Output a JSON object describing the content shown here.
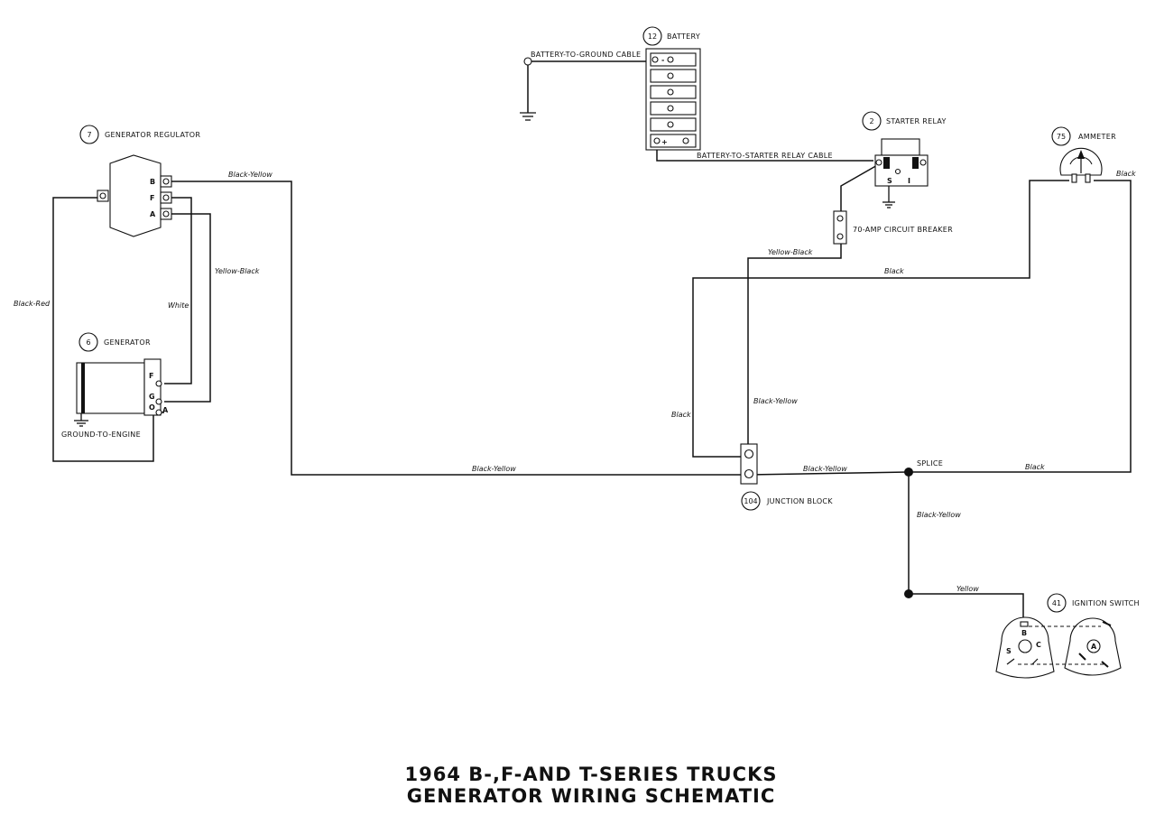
{
  "title": {
    "line1": "1964 B-,F-AND T-SERIES TRUCKS",
    "line2": "GENERATOR WIRING SCHEMATIC"
  },
  "callouts": {
    "battery": {
      "num": "12",
      "label": "BATTERY"
    },
    "relay": {
      "num": "2",
      "label": "STARTER RELAY"
    },
    "ammeter": {
      "num": "75",
      "label": "AMMETER"
    },
    "regulator": {
      "num": "7",
      "label": "GENERATOR REGULATOR"
    },
    "generator": {
      "num": "6",
      "label": "GENERATOR"
    },
    "junction": {
      "num": "104",
      "label": "JUNCTION BLOCK"
    },
    "ignition": {
      "num": "41",
      "label": "IGNITION SWITCH"
    }
  },
  "labels": {
    "battery_ground_cable": "BATTERY-TO-GROUND CABLE",
    "battery_starter_cable": "BATTERY-TO-STARTER RELAY CABLE",
    "circuit_breaker": "70-AMP CIRCUIT BREAKER",
    "ground_to_engine": "GROUND-TO-ENGINE",
    "splice": "SPLICE"
  },
  "regulator": {
    "pins": [
      "B",
      "F",
      "A"
    ]
  },
  "generator": {
    "pins": [
      "F",
      "G",
      "O",
      "A"
    ]
  },
  "battery": {
    "neg": "-",
    "pos": "+"
  },
  "relay": {
    "pins": [
      "S",
      "I"
    ]
  },
  "ignition": {
    "pins": [
      "B",
      "S",
      "C",
      "A"
    ]
  },
  "wire_labels": [
    "Black-Yellow",
    "Yellow-Black",
    "White",
    "Black-Red",
    "Black-Yellow",
    "Yellow-Black",
    "Black",
    "Black",
    "Black-Yellow",
    "Black",
    "Black-Yellow",
    "Black",
    "Black-Yellow",
    "Yellow"
  ]
}
